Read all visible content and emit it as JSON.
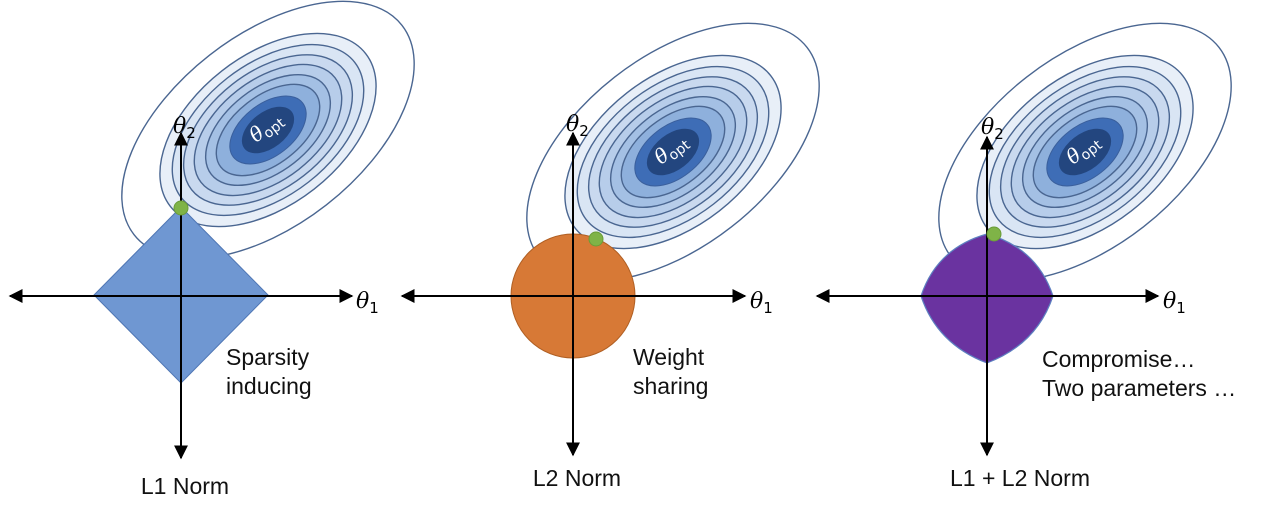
{
  "panels": [
    {
      "id": "l1",
      "caption": "L1 Norm",
      "note_lines": [
        "Sparsity",
        "inducing"
      ],
      "region_shape": "diamond",
      "region_color": "#6f97d2",
      "region_stroke": "#4f76b4",
      "axis_x_label": "θ",
      "axis_x_sub": "1",
      "axis_y_label": "θ",
      "axis_y_sub": "2",
      "opt_label": "θ",
      "opt_sub": "opt"
    },
    {
      "id": "l2",
      "caption": "L2 Norm",
      "note_lines": [
        "Weight",
        "sharing"
      ],
      "region_shape": "circle",
      "region_color": "#d77936",
      "region_stroke": "#b05f23",
      "axis_x_label": "θ",
      "axis_x_sub": "1",
      "axis_y_label": "θ",
      "axis_y_sub": "2",
      "opt_label": "θ",
      "opt_sub": "opt"
    },
    {
      "id": "l1l2",
      "caption": "L1 + L2 Norm",
      "note_lines": [
        "Compromise…",
        "Two parameters …"
      ],
      "region_shape": "rounded-diamond",
      "region_color": "#6a33a0",
      "region_stroke": "#5d7fc0",
      "axis_x_label": "θ",
      "axis_x_sub": "1",
      "axis_y_label": "θ",
      "axis_y_sub": "2",
      "opt_label": "θ",
      "opt_sub": "opt"
    }
  ],
  "colors": {
    "contour_stroke": "#4a6691",
    "contour_fills": [
      "#ffffff",
      "#e8eff8",
      "#d9e5f4",
      "#c9d9ef",
      "#b7cdea",
      "#a4c0e4",
      "#8eb0dc",
      "#3e6db6",
      "#23467f"
    ],
    "touch_point": "#7fb347",
    "axis": "#000000"
  }
}
